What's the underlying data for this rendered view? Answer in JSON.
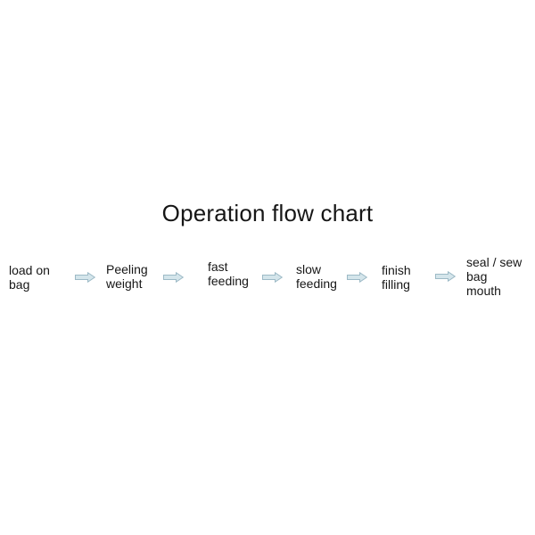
{
  "title": "Operation flow chart",
  "flow": {
    "steps": [
      {
        "id": "load-on-bag",
        "label": "load on\nbag"
      },
      {
        "id": "peeling-weight",
        "label": "Peeling\nweight"
      },
      {
        "id": "fast-feeding",
        "label": "fast\nfeeding"
      },
      {
        "id": "slow-feeding",
        "label": "slow\nfeeding"
      },
      {
        "id": "finish-filling",
        "label": "finish\nfilling"
      },
      {
        "id": "seal-sew-bag-mouth",
        "label": "seal / sew\nbag\nmouth"
      }
    ],
    "arrow": {
      "direction": "right",
      "fill": "#d4e5eb",
      "stroke": "#9dbac6"
    },
    "colors": {
      "text": "#161616",
      "background": "#ffffff"
    }
  }
}
